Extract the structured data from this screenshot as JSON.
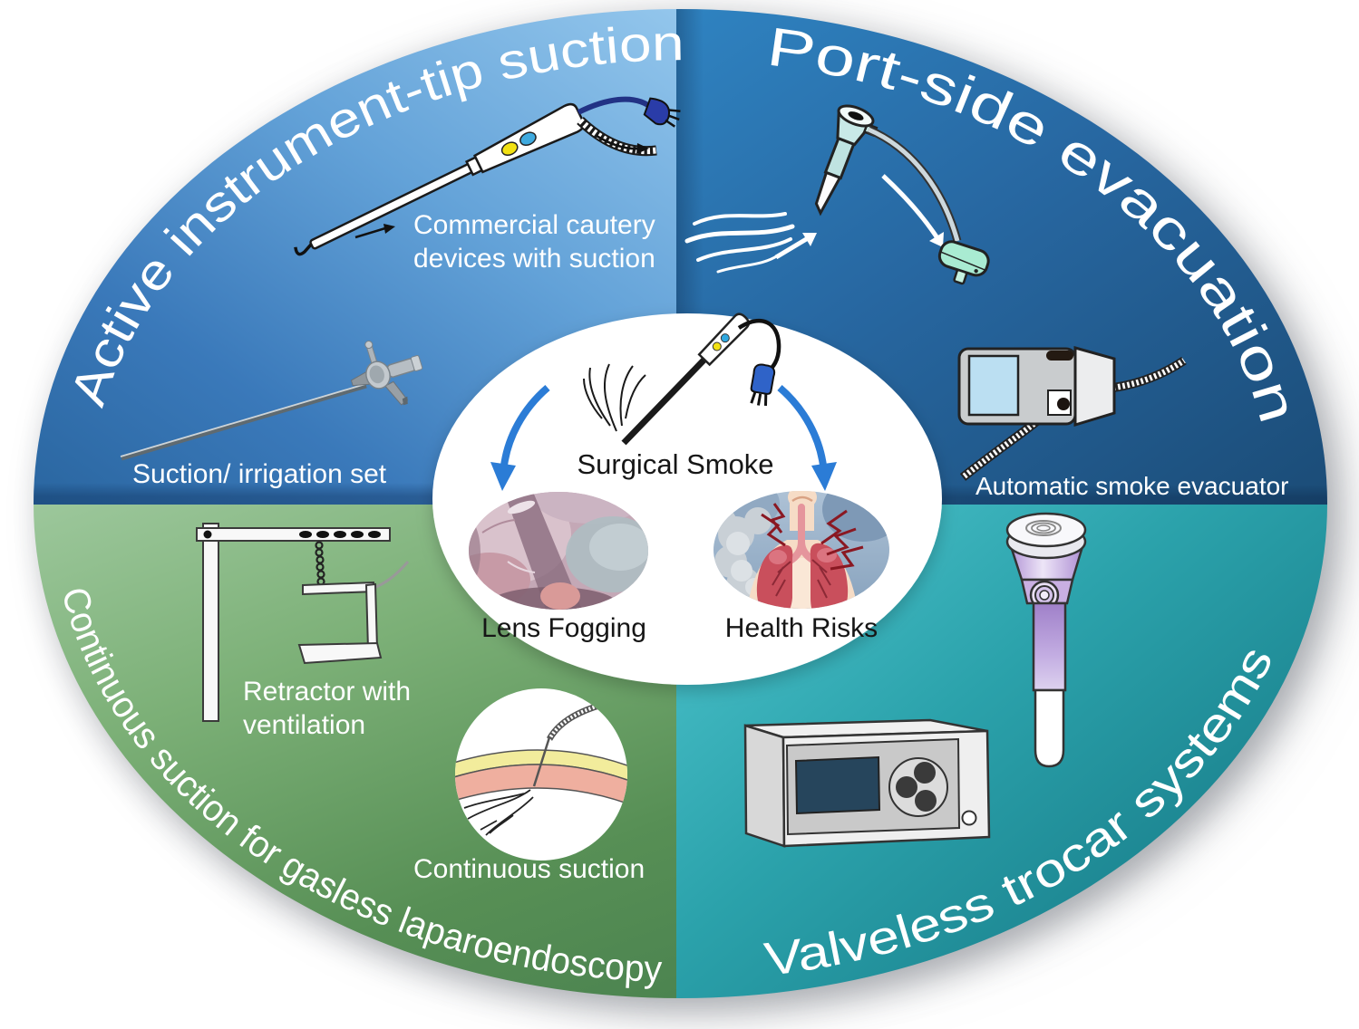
{
  "wheel": {
    "center_hub": {
      "source_label": "Surgical Smoke",
      "effect_left": "Lens Fogging",
      "effect_right": "Health Risks"
    },
    "quadrant_top_left": {
      "title": "Active instrument-tip suction",
      "device1_line1": "Commercial cautery",
      "device1_line2": "devices with suction",
      "device2": "Suction/ irrigation set",
      "color_light": "#93C6EC",
      "color_dark": "#2A66A0"
    },
    "quadrant_top_right": {
      "title": "Port-side evacuation",
      "device1": "Automatic smoke evacuator",
      "color_light": "#2F83C1",
      "color_dark": "#1B4C77"
    },
    "quadrant_bottom_left": {
      "title": "Continuous suction for gasless laparoendoscopy",
      "device1_line1": "Retractor with",
      "device1_line2": "ventilation",
      "device2": "Continuous suction",
      "color_light": "#9CC79B",
      "color_dark": "#4C8450"
    },
    "quadrant_bottom_right": {
      "title": "Valveless trocar systems",
      "color_light": "#4FC6CF",
      "color_dark": "#177A87"
    }
  }
}
